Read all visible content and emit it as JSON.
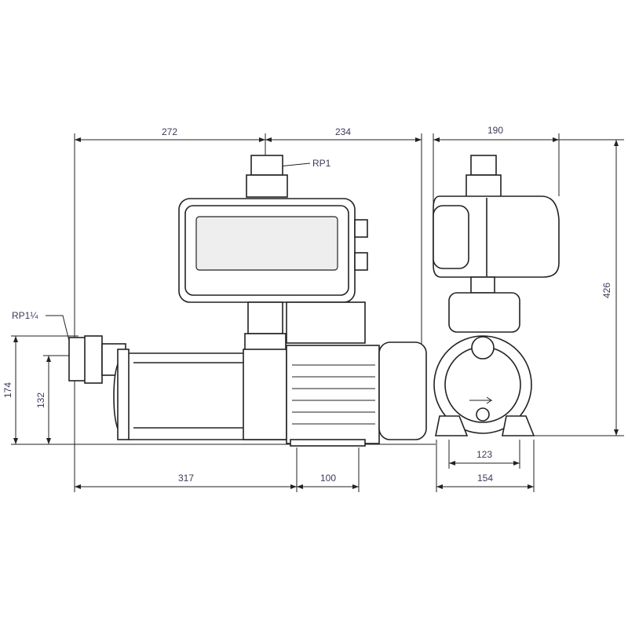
{
  "dimensions": {
    "top_left_width": "272",
    "top_right_width": "234",
    "side_width": "190",
    "total_height": "426",
    "inlet_height": "174",
    "axis_height": "132",
    "base_length": "317",
    "motor_foot": "100",
    "foot_spacing": "123",
    "foot_width": "154"
  },
  "labels": {
    "outlet": "RP1",
    "inlet": "RP1¼"
  },
  "colors": {
    "line": "#222222",
    "text": "#3b3b5c"
  }
}
